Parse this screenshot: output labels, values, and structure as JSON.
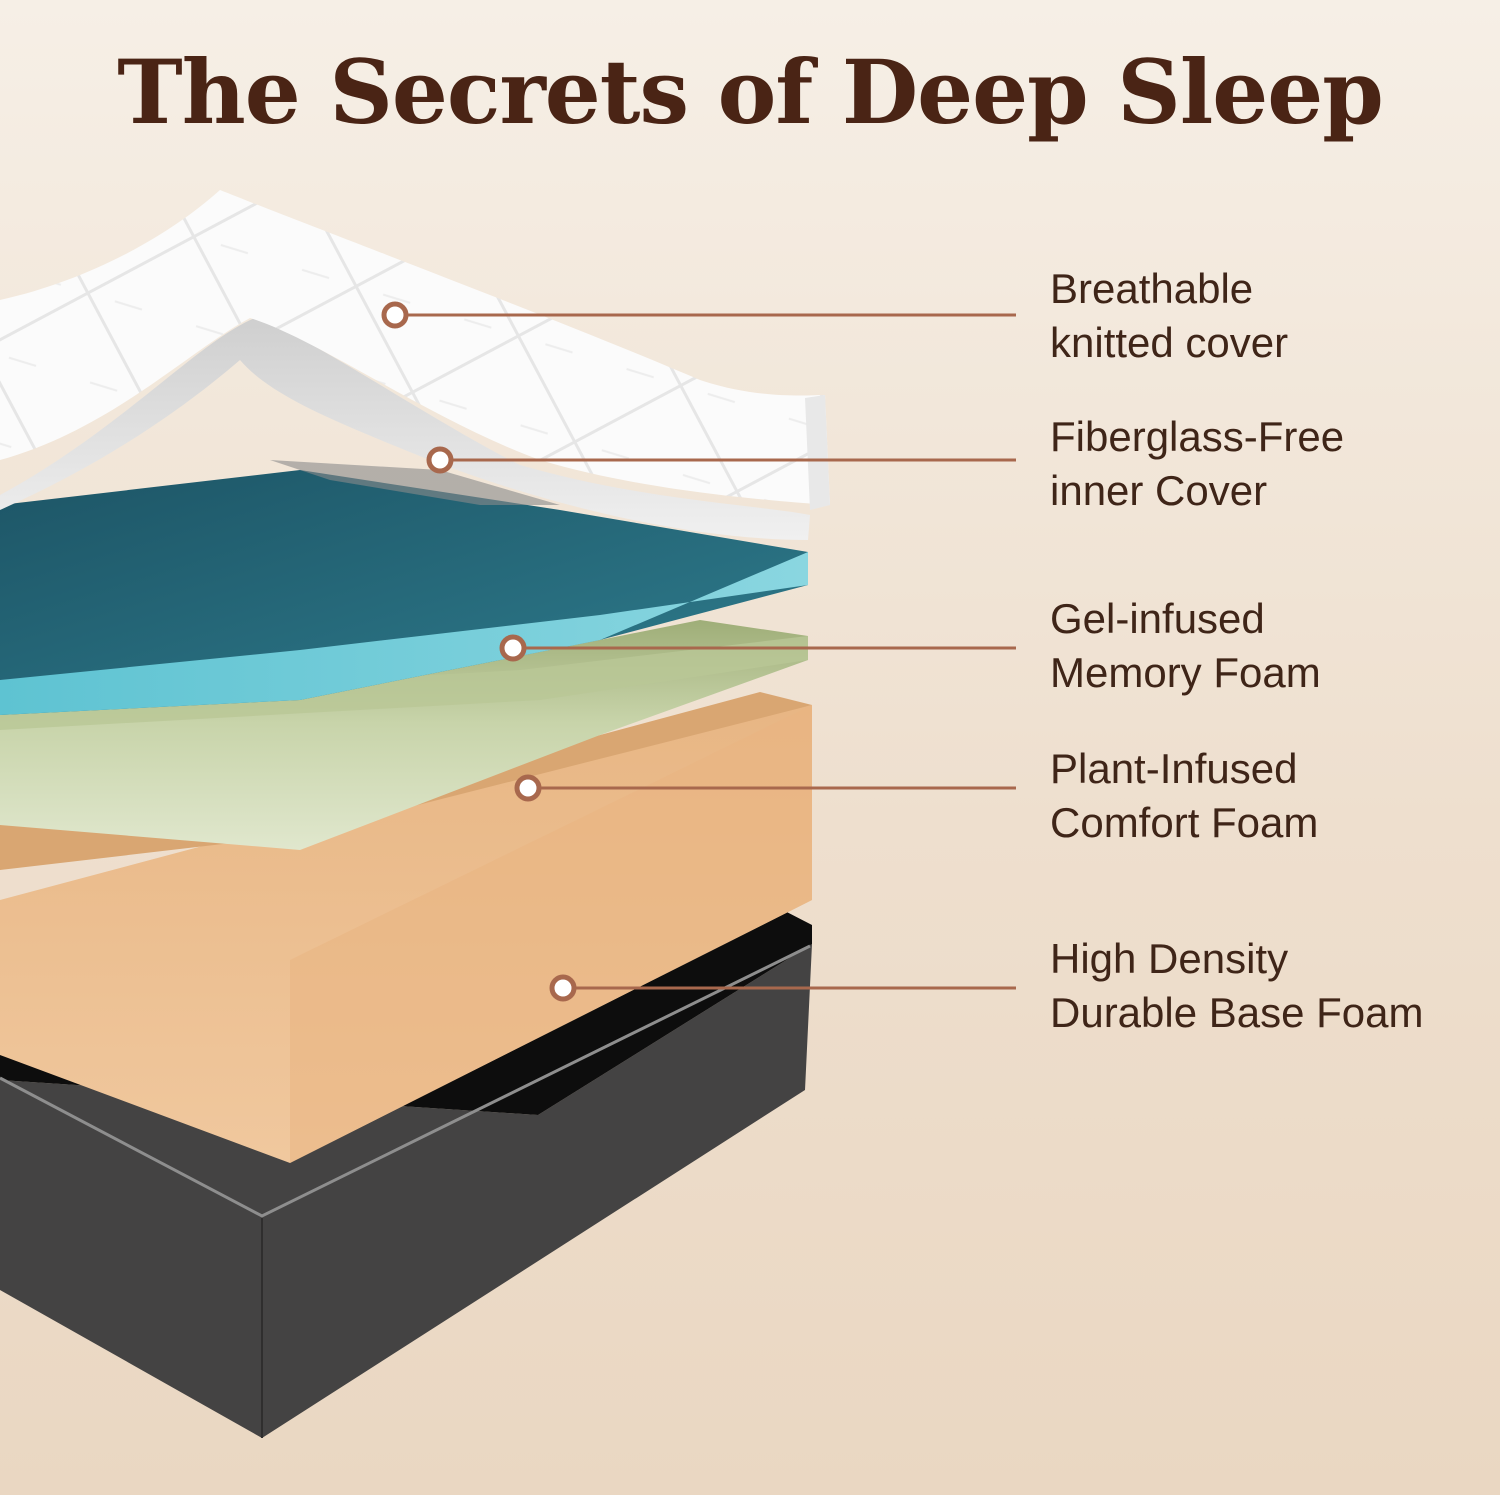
{
  "title": "The Secrets of Deep Sleep",
  "colors": {
    "title": "#4a2415",
    "label_text": "#3f2518",
    "leader": "#a8684d",
    "marker_fill": "#ffffff",
    "marker_ring": "#a8684d",
    "cover": "#fafafa",
    "inner_cover": "#e2e2e2",
    "memory_foam": "#5fc5d4",
    "comfort_foam": "#d9e2c5",
    "transition_foam": "#efc396",
    "base": "#3b3a3a"
  },
  "layers": [
    {
      "id": "cover",
      "line1": "Breathable",
      "line2": "knitted cover"
    },
    {
      "id": "inner-cover",
      "line1": "Fiberglass-Free",
      "line2": "inner Cover"
    },
    {
      "id": "memory-foam",
      "line1": "Gel-infused",
      "line2": "Memory Foam"
    },
    {
      "id": "comfort-foam",
      "line1": "Plant-Infused",
      "line2": "Comfort Foam"
    },
    {
      "id": "base-foam",
      "line1": "High Density",
      "line2": "Durable Base Foam"
    }
  ]
}
